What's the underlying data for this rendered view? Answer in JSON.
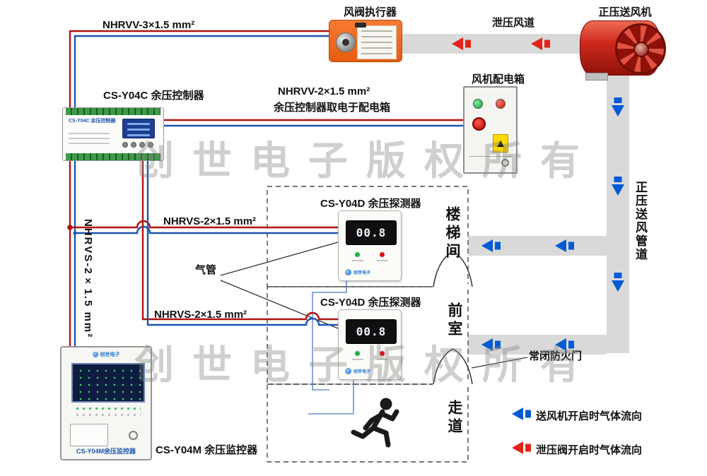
{
  "labels": {
    "actuator": "风阀执行器",
    "relief_duct": "泄压风道",
    "supply_fan": "正压送风机",
    "power_box": "风机配电箱",
    "controller": "CS-Y04C 余压控制器",
    "detector1": "CS-Y04D 余压探测器",
    "detector2": "CS-Y04D 余压探测器",
    "monitor": "CS-Y04M 余压监控器",
    "supply_duct": "正压送风管道",
    "air_tube": "气管",
    "fire_door": "常闭防火门"
  },
  "wires": {
    "actuator_cable": "NHRVV-3×1.5 mm²",
    "power_cable": "NHRVV-2×1.5 mm²",
    "power_note": "余压控制器取电于配电箱",
    "bus_h1": "NHRVS-2×1.5 mm²",
    "bus_v": "NHRVS-2×1.5 mm²",
    "bus_h2": "NHRVS-2×1.5 mm²"
  },
  "rooms": {
    "stairwell": "楼梯间",
    "front_room": "前室",
    "corridor": "走道"
  },
  "legend": {
    "supply_flow": "送风机开启时气体流向",
    "relief_flow": "泄压阀开启时气体流向"
  },
  "devices": {
    "controller_face": "CS-Y04C 余压控制器",
    "detector1_display": "00.8",
    "detector2_display": "00.8",
    "brand": "创世电子",
    "monitor_face": "CS-Y04M余压监控器"
  },
  "watermark": "创世电子版权所有",
  "colors": {
    "wire-red": "#b01212",
    "wire-blue": "#1e56ad",
    "arrow-red": "#e2231a",
    "arrow-blue": "#005ad6",
    "duct-gray": "#d9d9d9",
    "brand-blue": "#1b6fd0"
  }
}
